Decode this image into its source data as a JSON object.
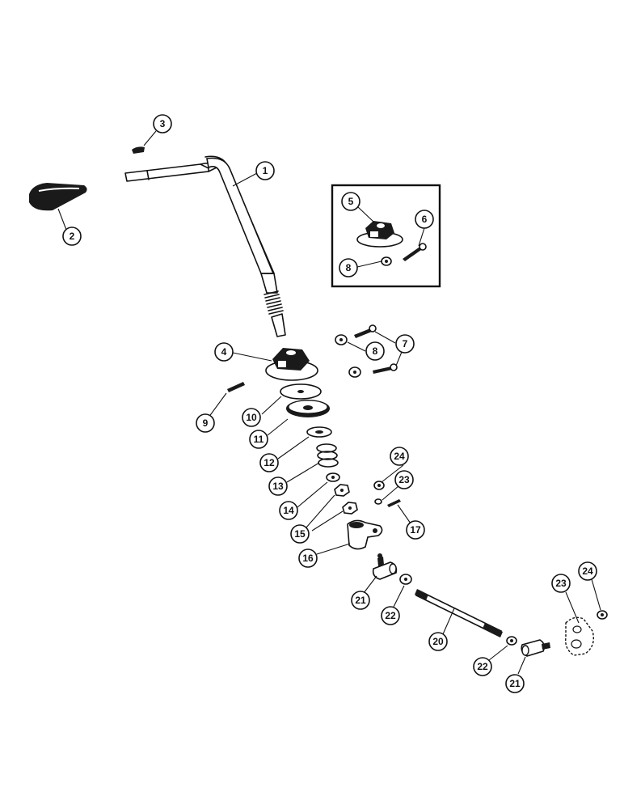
{
  "colors": {
    "ink": "#111111",
    "background": "#ffffff"
  },
  "callouts": {
    "c1": "1",
    "c2": "2",
    "c3": "3",
    "c4": "4",
    "c5": "5",
    "c6": "6",
    "c7": "7",
    "c8a": "8",
    "c8b": "8",
    "c9": "9",
    "c10": "10",
    "c11": "11",
    "c12": "12",
    "c13": "13",
    "c14": "14",
    "c15": "15",
    "c16": "16",
    "c17": "17",
    "c20": "20",
    "c21a": "21",
    "c21b": "21",
    "c22a": "22",
    "c22b": "22",
    "c23a": "23",
    "c23b": "23",
    "c24a": "24",
    "c24b": "24"
  }
}
